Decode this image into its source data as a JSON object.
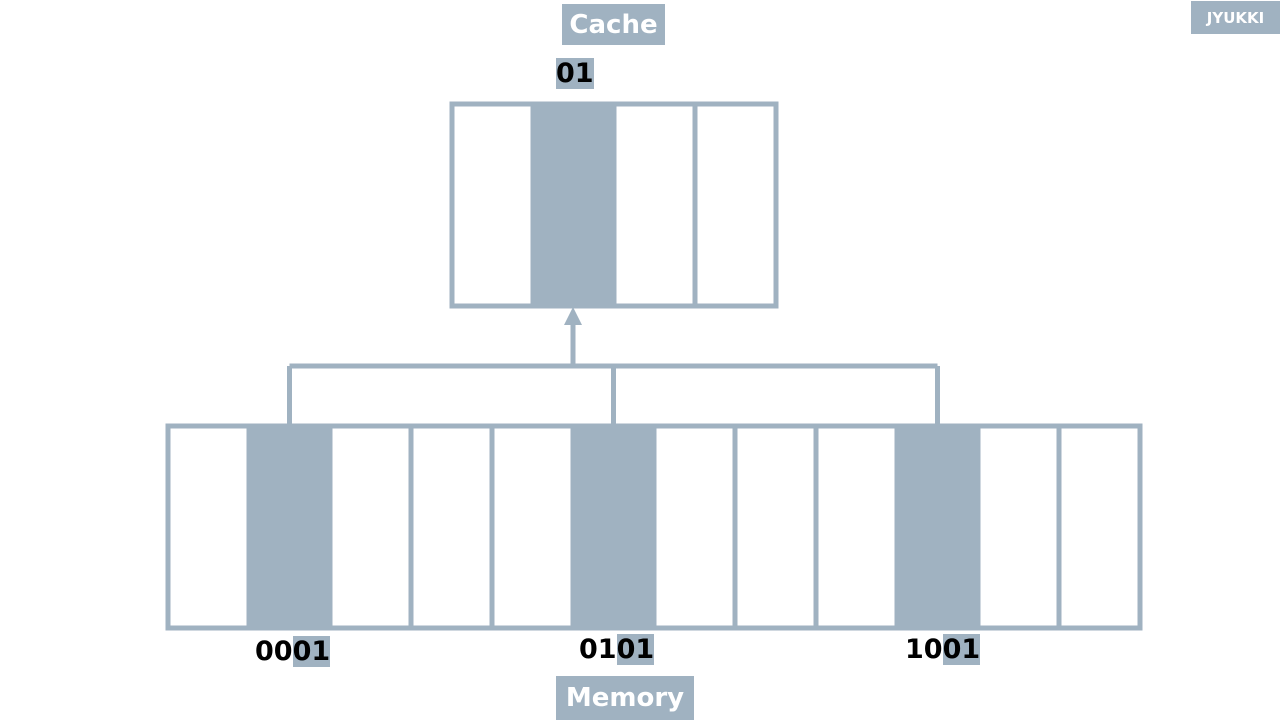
{
  "cache": {
    "title": "Cache",
    "index_label": "01",
    "slots": 4,
    "highlighted_slot": 1
  },
  "memory": {
    "title": "Memory",
    "slots": 12,
    "highlighted_slots": [
      1,
      5,
      9
    ],
    "addresses": [
      {
        "prefix": "00",
        "suffix": "01"
      },
      {
        "prefix": "01",
        "suffix": "01"
      },
      {
        "prefix": "10",
        "suffix": "01"
      }
    ]
  },
  "brand": "JYUKKI",
  "colors": {
    "accent": "#a0b2c1",
    "border": "#a0b2c1",
    "text": "#000000",
    "label_text": "#ffffff"
  }
}
